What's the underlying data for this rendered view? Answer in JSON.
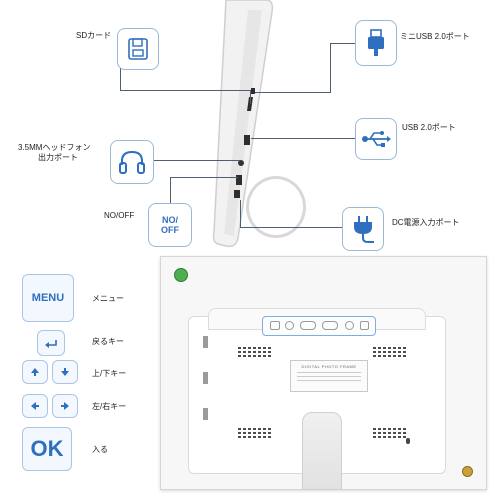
{
  "ports": {
    "sd_card": "SDカード",
    "mini_usb": "ミニUSB 2.0ポート",
    "usb": "USB 2.0ポート",
    "headphone_line1": "3.5MMヘッドフォン",
    "headphone_line2": "出力ポート",
    "on_off": "NO/OFF",
    "dc_power": "DC電源入力ポート"
  },
  "controls": {
    "menu_button": "MENU",
    "menu_label": "メニュー",
    "back_label": "戻るキー",
    "up_down_label": "上/下キー",
    "left_right_label": "左/右キー",
    "ok_button": "OK",
    "enter_label": "入る"
  },
  "switch_icon_text": {
    "line1": "NO/",
    "line2": "OFF"
  },
  "back_panel": {
    "brand_text": "DIGITAL PHOTO FRAME"
  },
  "colors": {
    "accent": "#2f6fbf",
    "button_border": "#aac6e4",
    "icon_border": "#9bb9d6",
    "leader": "#4f5f70"
  },
  "icons": [
    "sd-card-icon",
    "mini-usb-icon",
    "usb-icon",
    "headphone-icon",
    "power-switch-icon",
    "dc-plug-icon",
    "menu-button",
    "back-arrow-icon",
    "up-arrow-icon",
    "down-arrow-icon",
    "left-arrow-icon",
    "right-arrow-icon",
    "ok-button"
  ]
}
